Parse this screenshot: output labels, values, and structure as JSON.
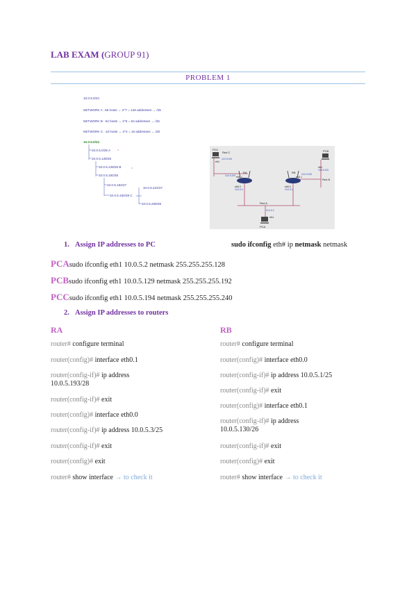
{
  "doc": {
    "title_main": "LAB EXAM (",
    "title_group": "GROUP 91",
    "title_close": ")",
    "problem": "PROBLEM 1"
  },
  "sections": {
    "s1_num": "1.",
    "s1_label": "Assign IP addresses to PC",
    "s1_syntax_a": "sudo ifconfig",
    "s1_syntax_b": " eth# ip ",
    "s1_syntax_c": "netmask",
    "s1_syntax_d": " netmask",
    "s2_num": "2.",
    "s2_label": "Assign IP addresses to routers"
  },
  "pcs": [
    {
      "label": "PCA",
      "cmd": "sudo ifconfig eth1 10.0.5.2 netmask 255.255.255.128"
    },
    {
      "label": "PCB",
      "cmd": "sudo ifconfig eth1 10.0.5.129 netmask 255.255.255.192"
    },
    {
      "label": "PCC",
      "cmd": "sudo ifconfig eth1 10.0.5.194 netmask 255.255.255.240"
    }
  ],
  "ra": {
    "head": "RA",
    "lines": [
      {
        "prompt": "router#",
        "cmd": " configure terminal",
        "note": ""
      },
      {
        "prompt": "router(config)#",
        "cmd": " interface eth0.1",
        "note": ""
      },
      {
        "prompt": "router(config-if)#",
        "cmd": " ip address",
        "note": ""
      },
      {
        "prompt": "",
        "cmd": "10.0.5.193/28",
        "note": ""
      },
      {
        "prompt": "router(config-if)#",
        "cmd": " exit",
        "note": ""
      },
      {
        "prompt": "router(config)#",
        "cmd": " interface eth0.0",
        "note": ""
      },
      {
        "prompt": "router(config-if)#",
        "cmd": " ip address 10.0.5.3/25",
        "note": ""
      },
      {
        "prompt": "router(config-if)#",
        "cmd": " exit",
        "note": ""
      },
      {
        "prompt": "router(config)#",
        "cmd": " exit",
        "note": ""
      },
      {
        "prompt": "router#",
        "cmd": " show interface",
        "note": " → to check it"
      }
    ]
  },
  "rb": {
    "head": "RB",
    "lines": [
      {
        "prompt": "router#",
        "cmd": " configure terminal",
        "note": ""
      },
      {
        "prompt": "router(config)#",
        "cmd": " interface eth0.0",
        "note": ""
      },
      {
        "prompt": "router(config-if)#",
        "cmd": " ip address 10.0.5.1/25",
        "note": ""
      },
      {
        "prompt": "router(config-if)#",
        "cmd": " exit",
        "note": ""
      },
      {
        "prompt": "router(config)#",
        "cmd": " interface eth0.1",
        "note": ""
      },
      {
        "prompt": "router(config-if)#",
        "cmd": " ip address",
        "note": ""
      },
      {
        "prompt": "",
        "cmd": "10.0.5.130/26",
        "note": ""
      },
      {
        "prompt": "router(config-if)#",
        "cmd": " exit",
        "note": ""
      },
      {
        "prompt": "router(config)#",
        "cmd": " exit",
        "note": ""
      },
      {
        "prompt": "router#",
        "cmd": " show interface",
        "note": " → to check it"
      }
    ]
  },
  "sketch": {
    "l0": "10.0.5.0/24",
    "l1": "NETWORK A : 65 hosts → 2^7 = 128 addresses → /25",
    "l2": "NETWORK B : 54 hosts → 2^6 = 64 addresses → /26",
    "l3": "NETWORK C : 10 hosts → 2^4 = 16 addresses → /28",
    "t0": "10.0.5.0/24",
    "t1": "10.0.5.0/25  A",
    "t2": "10.0.5.128/25",
    "t3": "10.0.5.128/26  B",
    "t4": "10.0.5.192/26",
    "t5": "10.0.5.192/27",
    "t6": "10.0.5.192/28  C",
    "t7": "10.0.5.208/28",
    "t8": "10.0.5.224/27"
  },
  "netfig": {
    "pcc": "PCC",
    "pcb": "PCB",
    "pca": "PCA",
    "ra": "RA",
    "rb": "RB",
    "redc": "Red C",
    "redb": "Red B",
    "reda": "Red A",
    "eth1a": "eth1",
    "eth1b": "eth1",
    "eth1c": "eth1",
    "ip_c": "10.0.5.194",
    "ip_b": "10.0.5.129",
    "ip_ra_a": "10.0.5.3",
    "ip_rb_a": "10.0.5.1",
    "ip_a": "10.0.5.2",
    "ra_c": "10.0.5.193",
    "rb_b": "10.0.5.130",
    "eth00a": "eth0.0",
    "eth00b": "eth0.0",
    "eth01a": "eth0.1",
    "eth01b": "eth0.1"
  }
}
